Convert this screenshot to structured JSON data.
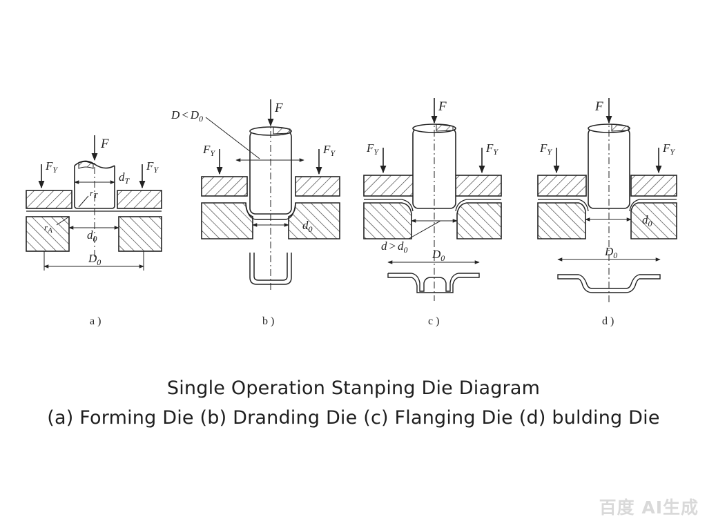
{
  "caption": {
    "title": "Single Operation Stanping Die Diagram",
    "subtitle": "(a) Forming Die (b) Dranding Die (c) Flanging Die (d) bulding Die"
  },
  "panels": [
    {
      "id": "a",
      "label": "a )",
      "force": "F",
      "holder_force": "Y",
      "labels": [
        "d",
        "T",
        "r",
        "T",
        "r",
        "A",
        "d",
        "0",
        "D",
        "0"
      ]
    },
    {
      "id": "b",
      "label": "b )",
      "force": "F",
      "holder_force": "Y",
      "labels": [
        "D",
        "<",
        "D",
        "0",
        "d",
        "0"
      ]
    },
    {
      "id": "c",
      "label": "c )",
      "force": "F",
      "holder_force": "Y",
      "labels": [
        "d",
        ">",
        "d",
        "0",
        "D",
        "0"
      ]
    },
    {
      "id": "d",
      "label": "d )",
      "force": "F",
      "holder_force": "Y",
      "labels": [
        "d",
        "0",
        "D",
        "0"
      ]
    }
  ],
  "watermark": "百度 AI生成"
}
